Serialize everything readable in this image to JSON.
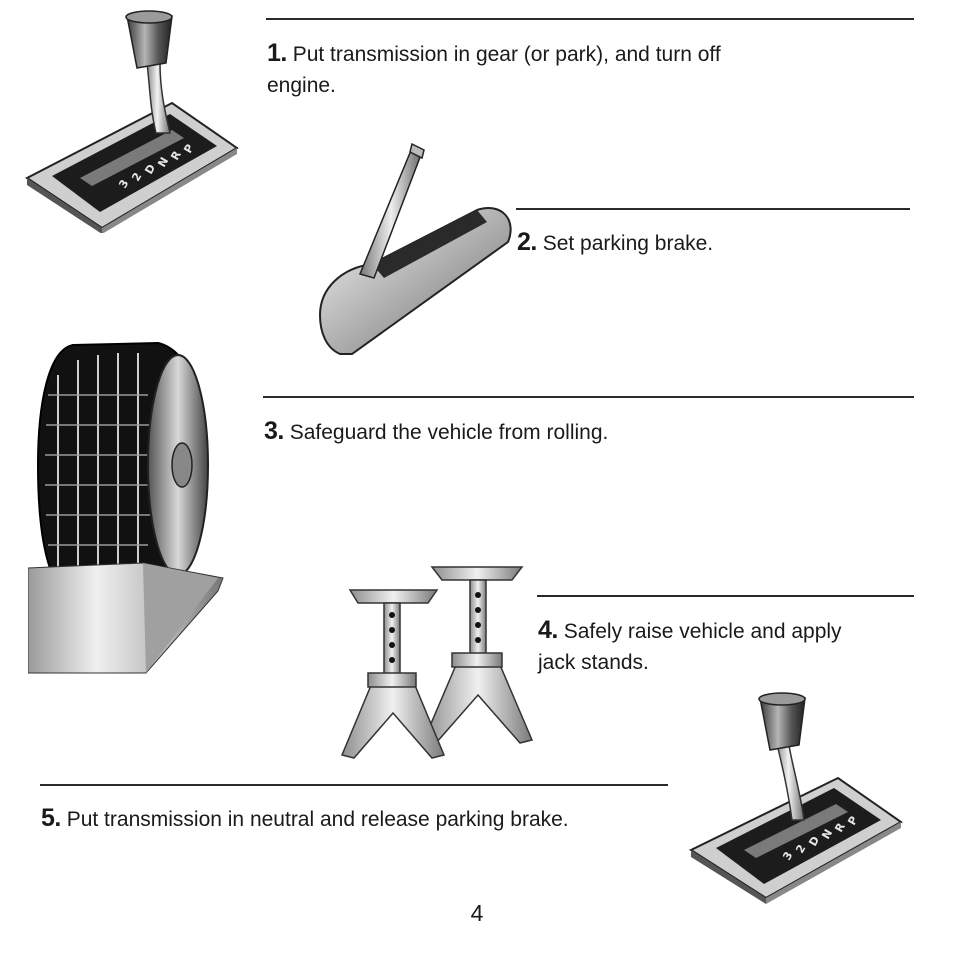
{
  "steps": [
    {
      "number": "1.",
      "text": "Put transmission in gear (or park), and turn off engine."
    },
    {
      "number": "2.",
      "text": "Set parking brake."
    },
    {
      "number": "3.",
      "text": "Safeguard the vehicle from rolling."
    },
    {
      "number": "4.",
      "text": "Safely raise vehicle and apply jack stands."
    },
    {
      "number": "5.",
      "text": "Put transmission in neutral and release parking brake."
    }
  ],
  "gear_labels": [
    "P",
    "R",
    "N",
    "D",
    "2",
    "3"
  ],
  "page_number": "4"
}
